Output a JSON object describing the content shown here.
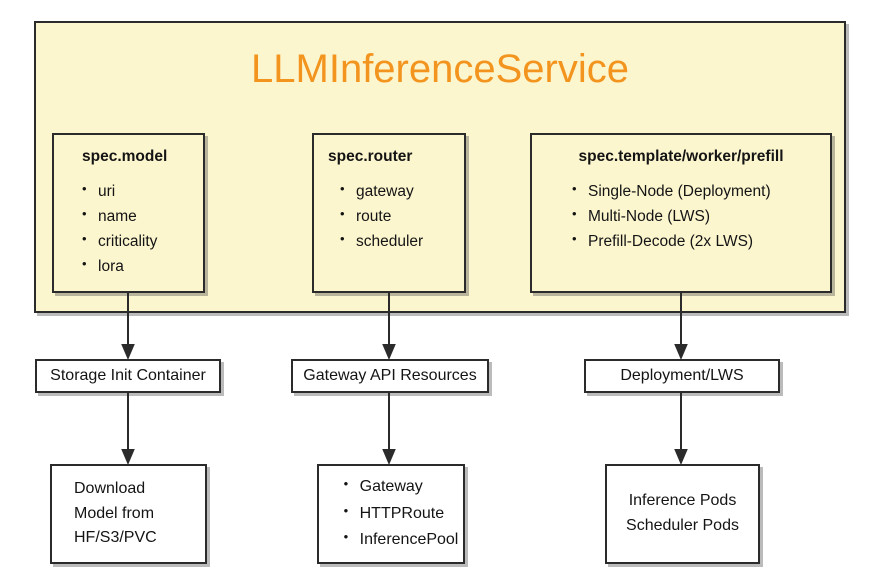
{
  "diagram": {
    "title": "LLMInferenceService",
    "title_color": "#f2941e",
    "container_fill": "#fcf6cf",
    "container_stroke": "#2b2b2b",
    "spec_boxes": [
      {
        "name": "spec-model",
        "title": "spec.model",
        "items": [
          "uri",
          "name",
          "criticality",
          "lora"
        ]
      },
      {
        "name": "spec-router",
        "title": "spec.router",
        "items": [
          "gateway",
          "route",
          "scheduler"
        ]
      },
      {
        "name": "spec-template-worker-prefill",
        "title": "spec.template/worker/prefill",
        "items": [
          "Single-Node (Deployment)",
          "Multi-Node (LWS)",
          "Prefill-Decode (2x LWS)"
        ]
      }
    ],
    "middle_row": [
      {
        "name": "storage-init-container",
        "label": "Storage Init Container"
      },
      {
        "name": "gateway-api-resources",
        "label": "Gateway API Resources"
      },
      {
        "name": "deployment-lws",
        "label": "Deployment/LWS"
      }
    ],
    "bottom_row": [
      {
        "name": "download-model",
        "lines": [
          "Download",
          "Model from",
          "HF/S3/PVC"
        ]
      },
      {
        "name": "gateway-resources",
        "items": [
          "Gateway",
          "HTTPRoute",
          "InferencePool"
        ]
      },
      {
        "name": "inference-pods",
        "lines": [
          "Inference Pods",
          "Scheduler Pods"
        ]
      }
    ]
  }
}
